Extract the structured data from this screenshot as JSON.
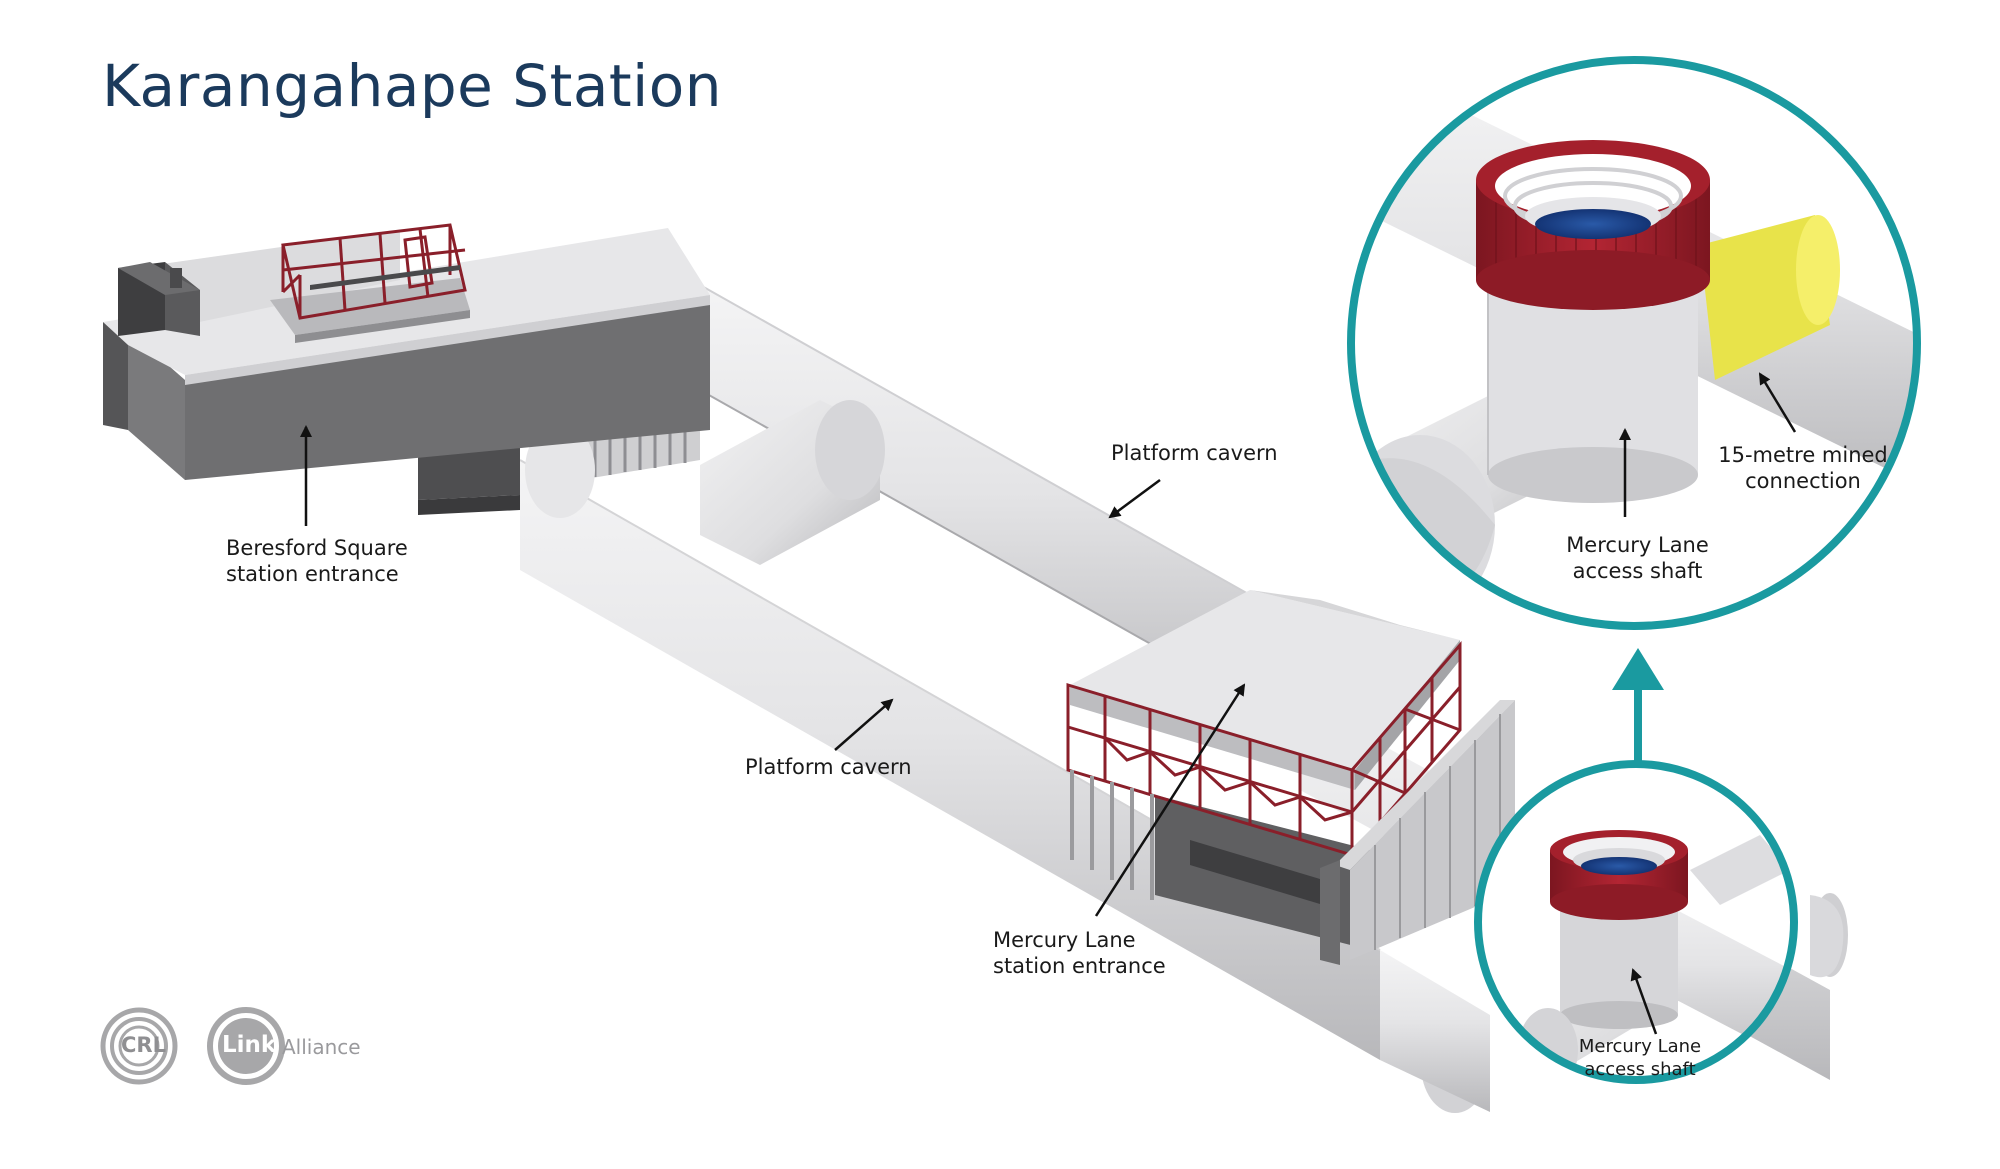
{
  "title": "Karangahape Station",
  "labels": {
    "beresford": [
      "Beresford Square",
      "station entrance"
    ],
    "platform_cavern_top": "Platform cavern",
    "platform_cavern_bottom": "Platform cavern",
    "mercury_entrance": [
      "Mercury Lane",
      "station entrance"
    ],
    "mined_connection": [
      "15-metre mined",
      "connection"
    ],
    "access_shaft_large": [
      "Mercury Lane",
      "access shaft"
    ],
    "access_shaft_small": [
      "Mercury Lane",
      "access shaft"
    ]
  },
  "logos": {
    "crl": "CRL",
    "link_main": "Link",
    "link_alliance": "Alliance"
  },
  "colors": {
    "title": "#1b3a5c",
    "teal_ring": "#1a9aa0",
    "frame_red": "#8a1f2a",
    "shaft_red": "#a4202c",
    "connection_yellow": "#e8e34a",
    "tunnel_grey": "#e2e2e4",
    "building_dark": "#6a6a6a"
  }
}
